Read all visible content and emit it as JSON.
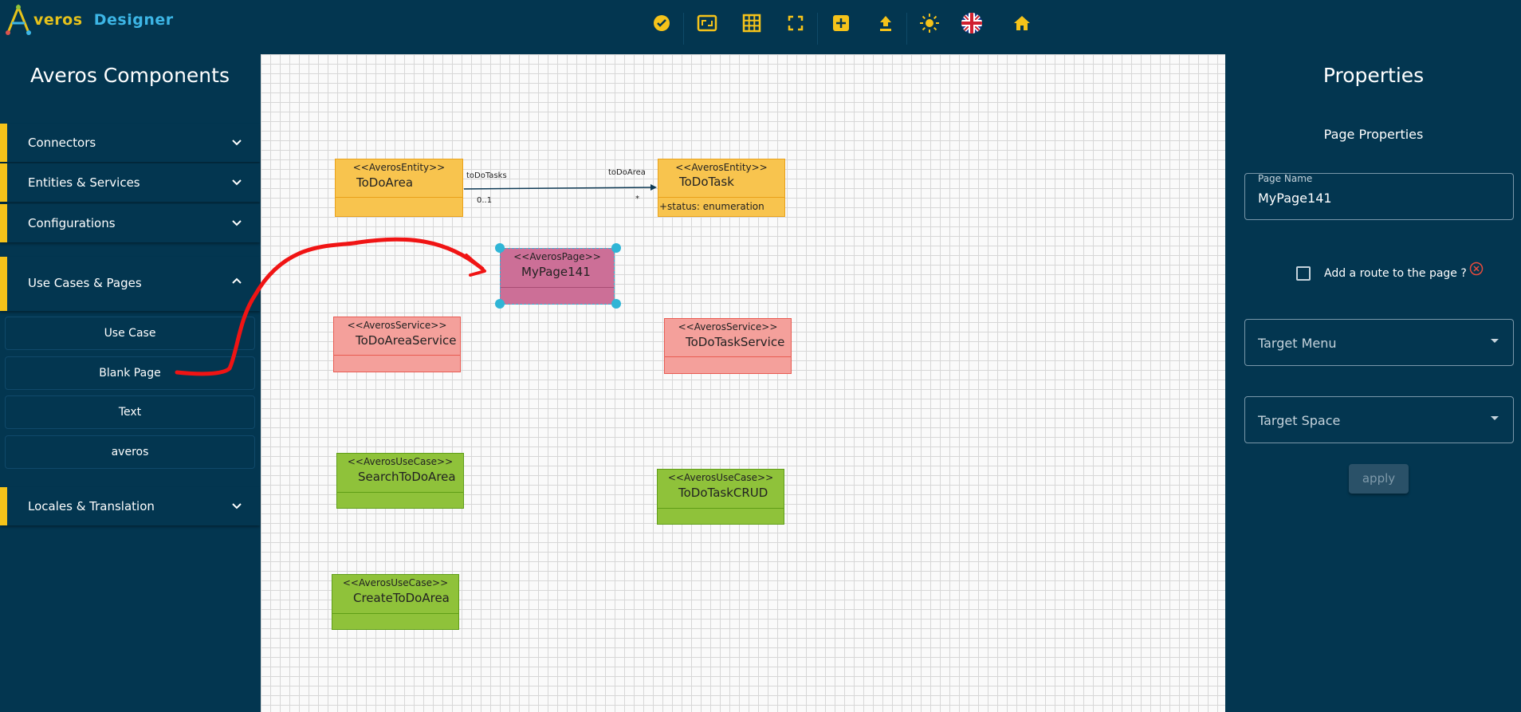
{
  "app": {
    "logo_letter": "A",
    "title_part1": "veros",
    "title_part2": "Designer"
  },
  "toolbar": {
    "icons": [
      "check-circle-icon",
      "fit-screen-icon",
      "grid-icon",
      "fullscreen-icon",
      "add-box-icon",
      "upload-icon",
      "sun-icon",
      "uk-flag-icon",
      "home-icon"
    ],
    "accent_color": "#f5c31a"
  },
  "sidebar": {
    "title": "Averos Components",
    "sections": [
      {
        "label": "Connectors",
        "expanded": false
      },
      {
        "label": "Entities & Services",
        "expanded": false
      },
      {
        "label": "Configurations",
        "expanded": false
      },
      {
        "label": "Use Cases & Pages",
        "expanded": true
      },
      {
        "label": "Locales & Translation",
        "expanded": false
      }
    ],
    "items": [
      "Use Case",
      "Blank Page",
      "Text",
      "averos"
    ]
  },
  "canvas": {
    "entities": [
      {
        "stereotype": "<<AverosEntity>>",
        "name": "ToDoArea",
        "attribute": ""
      },
      {
        "stereotype": "<<AverosEntity>>",
        "name": "ToDoTask",
        "attribute": "+status: enumeration"
      }
    ],
    "connector": {
      "source_label": "toDoTasks",
      "source_mult": "0..1",
      "target_label": "toDoArea",
      "target_mult": "*"
    },
    "page": {
      "stereotype": "<<AverosPage>>",
      "name": "MyPage141"
    },
    "services": [
      {
        "stereotype": "<<AverosService>>",
        "name": "ToDoAreaService"
      },
      {
        "stereotype": "<<AverosService>>",
        "name": "ToDoTaskService"
      }
    ],
    "usecases": [
      {
        "stereotype": "<<AverosUseCase>>",
        "name": "SearchToDoArea"
      },
      {
        "stereotype": "<<AverosUseCase>>",
        "name": "ToDoTaskCRUD"
      },
      {
        "stereotype": "<<AverosUseCase>>",
        "name": "CreateToDoArea"
      }
    ]
  },
  "properties": {
    "title": "Properties",
    "subtitle": "Page Properties",
    "page_name_label": "Page Name",
    "page_name_value": "MyPage141",
    "route_checkbox_label": "Add a route to the page ?",
    "route_checked": false,
    "target_menu_placeholder": "Target Menu",
    "target_space_placeholder": "Target Space",
    "apply_label": "apply"
  }
}
